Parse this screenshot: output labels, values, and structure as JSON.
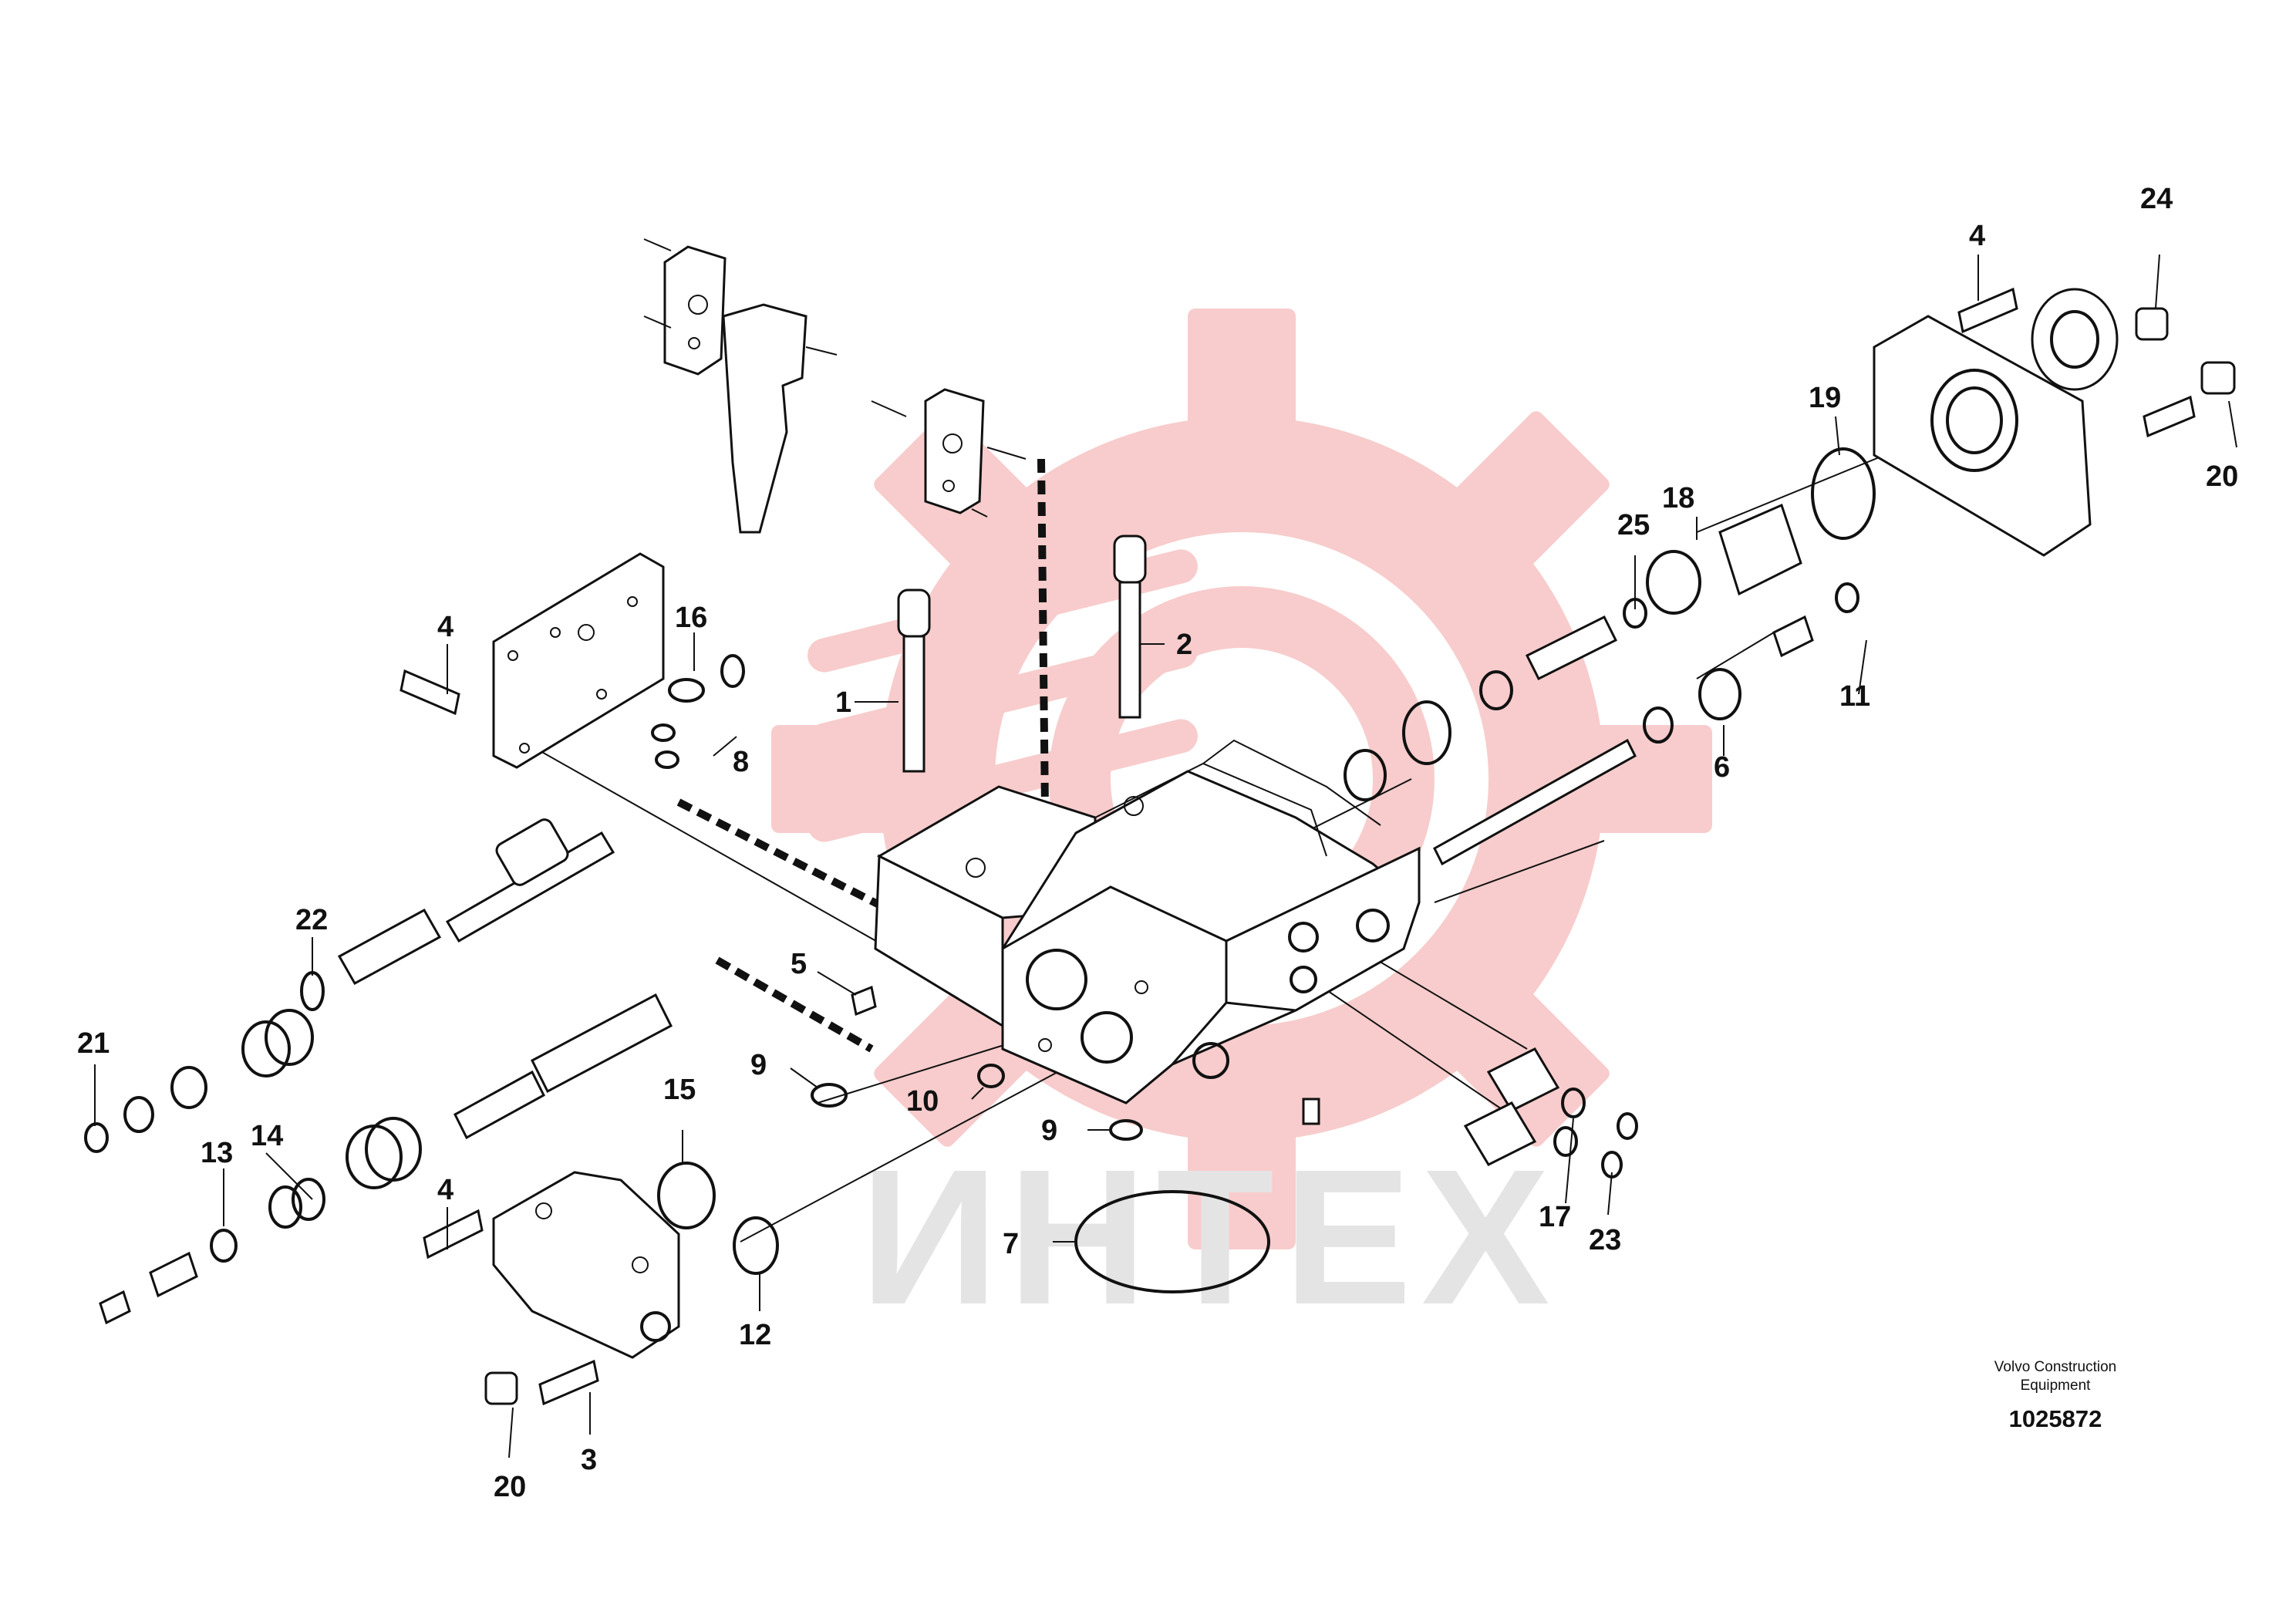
{
  "watermark": {
    "text": "ИНТЕХ",
    "gear_color": "#f7c3c3",
    "text_color": "#e4e4e4"
  },
  "credit": {
    "line1": "Volvo Construction",
    "line2": "Equipment",
    "doc_number": "1025872"
  },
  "callouts": {
    "c1": "1",
    "c2": "2",
    "c3": "3",
    "c4a": "4",
    "c4b": "4",
    "c4c": "4",
    "c5": "5",
    "c6": "6",
    "c7": "7",
    "c8": "8",
    "c9a": "9",
    "c9b": "9",
    "c10": "10",
    "c11": "11",
    "c12": "12",
    "c13": "13",
    "c14": "14",
    "c15": "15",
    "c16": "16",
    "c17": "17",
    "c18": "18",
    "c19": "19",
    "c20a": "20",
    "c20b": "20",
    "c21": "21",
    "c22": "22",
    "c23": "23",
    "c24": "24",
    "c25": "25"
  }
}
